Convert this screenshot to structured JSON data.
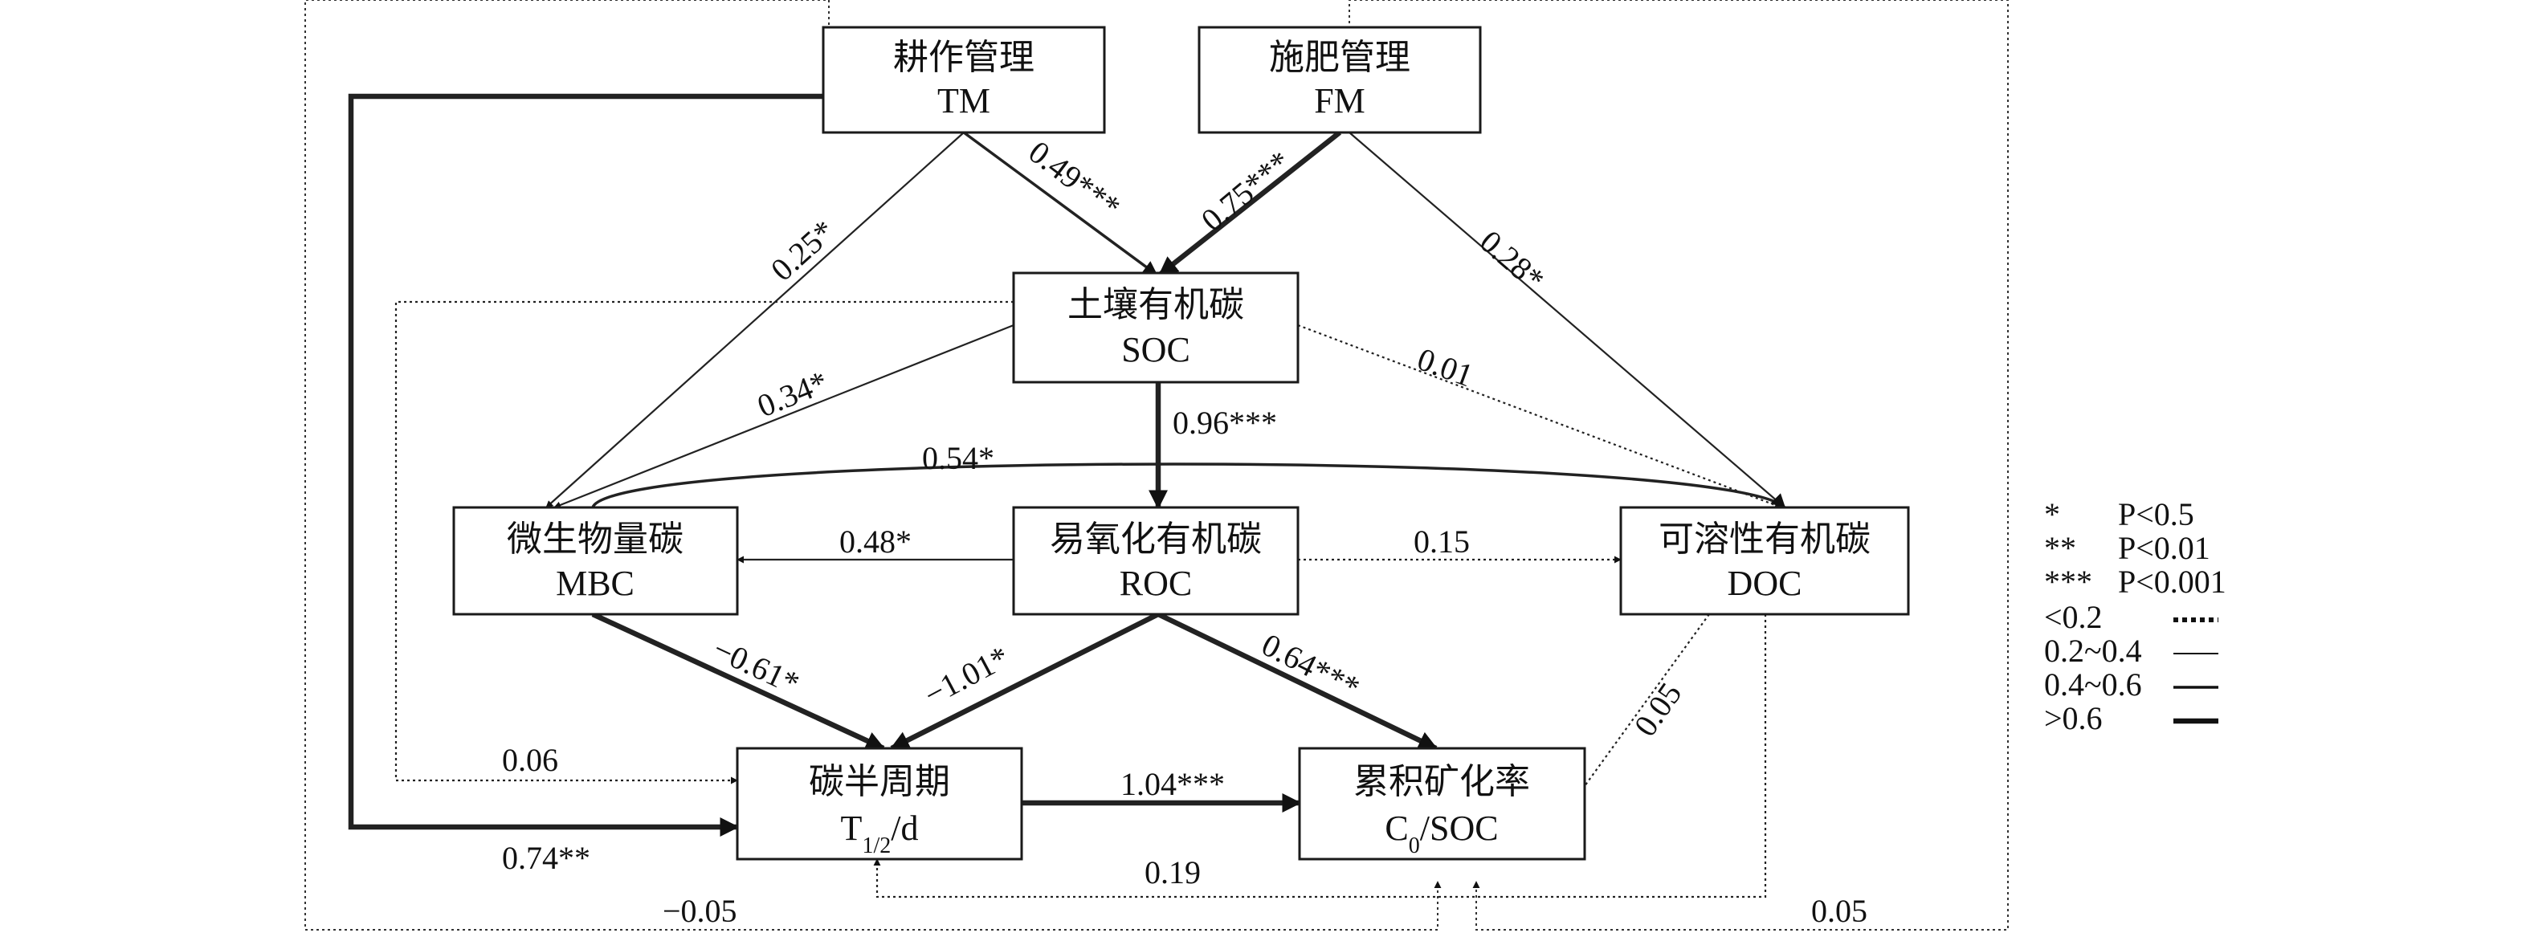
{
  "nodes": {
    "tm": {
      "cn": "耕作管理",
      "en": "TM"
    },
    "fm": {
      "cn": "施肥管理",
      "en": "FM"
    },
    "soc": {
      "cn": "土壤有机碳",
      "en": "SOC"
    },
    "mbc": {
      "cn": "微生物量碳",
      "en": "MBC"
    },
    "roc": {
      "cn": "易氧化有机碳",
      "en": "ROC"
    },
    "doc": {
      "cn": "可溶性有机碳",
      "en": "DOC"
    },
    "half": {
      "cn": "碳半周期",
      "en_main": "T",
      "en_sub": "1/2",
      "en_tail": "/d"
    },
    "cum": {
      "cn": "累积矿化率",
      "en_main": "C",
      "en_sub": "0",
      "en_tail": "/SOC"
    }
  },
  "coefficients": {
    "tm_soc": "0.49***",
    "fm_soc": "0.75***",
    "tm_mbc": "0.25*",
    "fm_doc": "0.28*",
    "soc_mbc": "0.34*",
    "soc_doc": "0.01",
    "soc_roc": "0.96***",
    "mbc_doc": "0.54*",
    "roc_mbc": "0.48*",
    "roc_doc": "0.15",
    "mbc_half": "−0.61*",
    "roc_half": "−1.01*",
    "roc_cum": "0.64***",
    "half_cum": "1.04***",
    "doc_cum": "0.05",
    "soc_half": "0.06",
    "tm_half": "0.74**",
    "doc_half": "0.19",
    "tm_cum": "−0.05",
    "fm_cum": "0.05"
  },
  "legend": {
    "sig": [
      {
        "stars": "*",
        "label": "P<0.5"
      },
      {
        "stars": "**",
        "label": "P<0.01"
      },
      {
        "stars": "***",
        "label": "P<0.001"
      }
    ],
    "widths": [
      {
        "label": "<0.2",
        "style": "dotted"
      },
      {
        "label": "0.2~0.4",
        "style": "thin"
      },
      {
        "label": "0.4~0.6",
        "style": "medium"
      },
      {
        "label": ">0.6",
        "style": "thick"
      }
    ]
  }
}
